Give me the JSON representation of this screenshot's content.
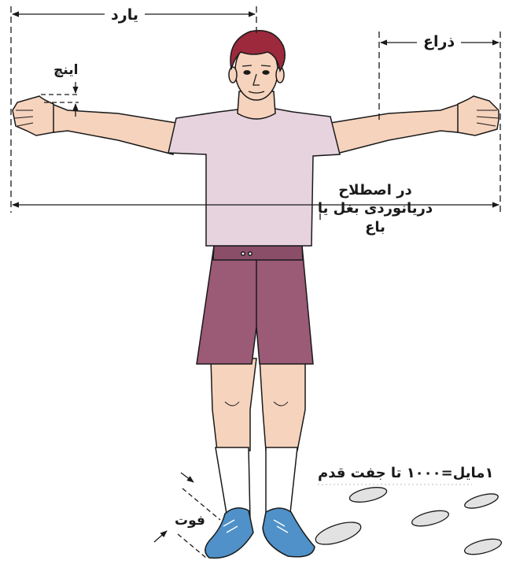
{
  "labels": {
    "yard": "یارد",
    "cubit": "ذراع",
    "inch": "اینچ",
    "fathom": "در اصطلاح دریانوردی بغل یا باع",
    "mile": "۱مایل=۱۰۰۰ تا جفت قدم",
    "foot": "فوت"
  },
  "colors": {
    "skin": "#f6d3bd",
    "shirt": "#e6d3de",
    "shorts": "#9b5a76",
    "hair": "#9c2a3c",
    "shoes": "#4f91c8",
    "socks": "#ffffff",
    "footprints": "#e2e2e2",
    "line": "#1a1a1a"
  },
  "icons": [
    "footprint-icon"
  ]
}
